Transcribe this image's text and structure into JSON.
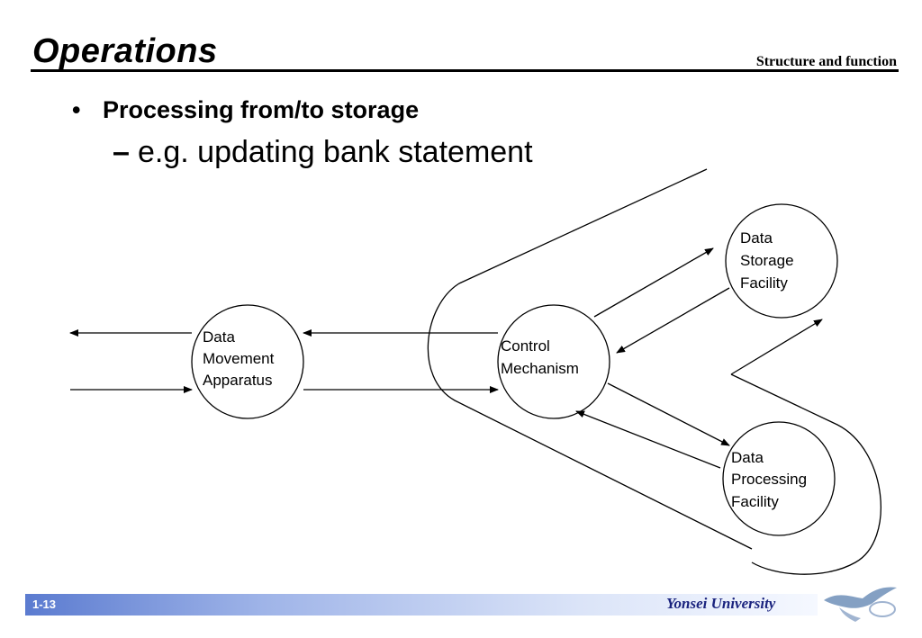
{
  "header": {
    "title": "Operations",
    "subtitle": "Structure and function"
  },
  "bullets": {
    "level1": "Processing from/to storage",
    "level2": "e.g. updating bank statement",
    "level1_marker": "•",
    "level2_marker": "–"
  },
  "diagram": {
    "nodes": {
      "movement": [
        "Data",
        "Movement",
        "Apparatus"
      ],
      "control": [
        "Control",
        "Mechanism"
      ],
      "storage": [
        "Data",
        "Storage",
        "Facility"
      ],
      "processing": [
        "Data",
        "Processing",
        "Facility"
      ]
    }
  },
  "footer": {
    "page_number": "1-13",
    "university": "Yonsei University",
    "logo_icon": "yonsei-bird-logo-icon"
  },
  "colors": {
    "footer_bar": "#5b7bd0",
    "university_text": "#1a237e",
    "logo": "#6f8fb8"
  }
}
